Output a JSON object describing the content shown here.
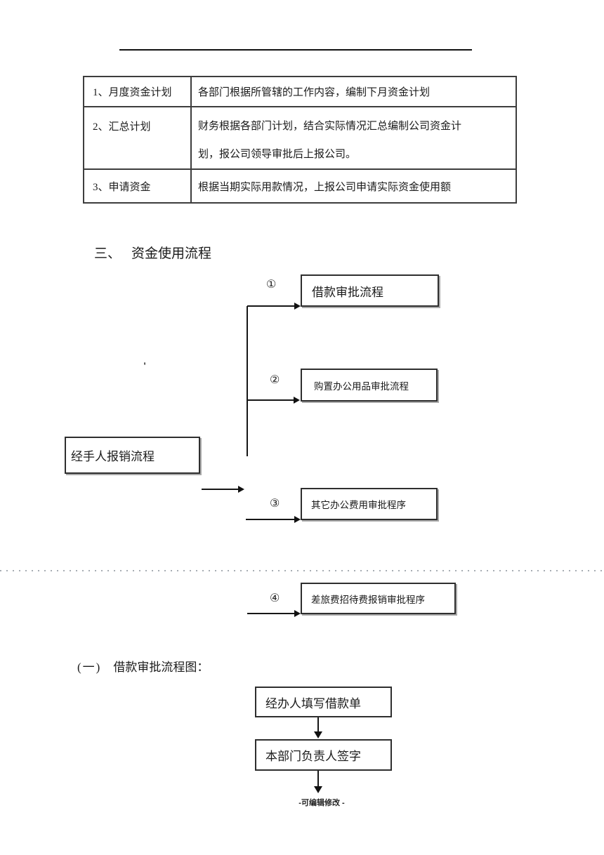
{
  "document": {
    "table": {
      "rows": [
        {
          "label": "1、月度资金计划",
          "content": "各部门根据所管辖的工作内容，编制下月资金计划"
        },
        {
          "label": "2、汇总计划",
          "content_line1": "财务根据各部门计划，结合实际情况汇总编制公司资金计",
          "content_line2": "划，报公司领导审批后上报公司。"
        },
        {
          "label": "3、申请资金",
          "content": "根据当期实际用款情况，上报公司申请实际资金使用额"
        }
      ]
    },
    "section_heading": {
      "number": "三、",
      "title": "资金使用流程"
    },
    "stray_mark": "'",
    "flowchart": {
      "source_label": "经手人报销流程",
      "branches": [
        {
          "number": "①",
          "label": "借款审批流程"
        },
        {
          "number": "②",
          "label": "购置办公用品审批流程"
        },
        {
          "number": "③",
          "label": "其它办公费用审批程序"
        },
        {
          "number": "④",
          "label": "差旅费招待费报销审批程序"
        }
      ]
    },
    "subsection_heading": {
      "number": "(一)",
      "title": "借款审批流程图："
    },
    "borrow_flow": {
      "steps": [
        "经办人填写借款单",
        "本部门负责人签字"
      ]
    },
    "footer": "-可编辑修改 -"
  },
  "colors": {
    "background": "#ffffff",
    "text": "#1a1a1a",
    "box_border": "#2e2e2e",
    "table_border": "#3d3d3d",
    "dotted_line": "#a7adb3"
  }
}
